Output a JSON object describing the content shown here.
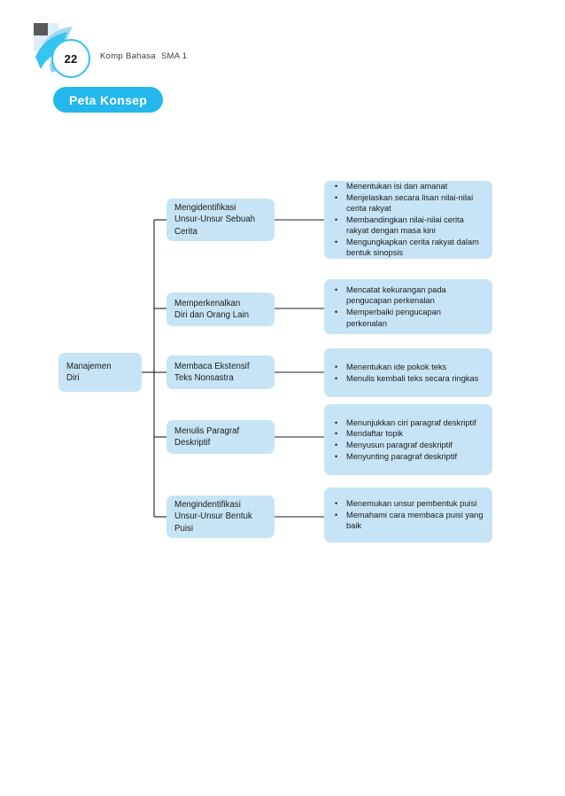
{
  "header": {
    "page_number": "22",
    "book_title": "Komp Bahasa  SMA 1",
    "decoration_icon": "bookmark-flag-icon",
    "accent_color": "#35c3f0"
  },
  "section": {
    "badge_label": "Peta Konsep",
    "badge_color": "#23b7ed",
    "badge_text_color": "#ffffff"
  },
  "map": {
    "node_fill": "#c6e4f5",
    "connector_color": "#1c1c1c",
    "root": {
      "label": "Manajemen\nDiri"
    },
    "branches": [
      {
        "label": "Mengidentifikasi\nUnsur-Unsur Sebuah\nCerita",
        "details": [
          "Menentukan isi dan amanat",
          "Menjelaskan secara lisan nilai-nilai cerita rakyat",
          "Membandingkan nilai-nilai cerita rakyat dengan masa kini",
          "Mengungkapkan cerita rakyat dalam bentuk sinopsis"
        ]
      },
      {
        "label": "Memperkenalkan\nDiri dan Orang Lain",
        "details": [
          "Mencatat kekurangan pada pengucapan perkenalan",
          "Memperbaiki pengucapan perkenalan"
        ]
      },
      {
        "label": "Membaca Ekstensif\nTeks Nonsastra",
        "details": [
          "Menentukan ide pokok teks",
          "Menulis kembali teks secara ringkas"
        ]
      },
      {
        "label": "Menulis Paragraf\nDeskriptif",
        "details": [
          "Menunjukkan ciri paragraf deskriptif",
          "Mendaftar topik",
          "Menyusun paragraf deskriptif",
          "Menyunting paragraf deskriptif"
        ]
      },
      {
        "label": "Mengindentifikasi\nUnsur-Unsur Bentuk\nPuisi",
        "details": [
          "Menemukan unsur pembentuk puisi",
          "Memahami cara membaca puisi yang baik"
        ]
      }
    ]
  }
}
